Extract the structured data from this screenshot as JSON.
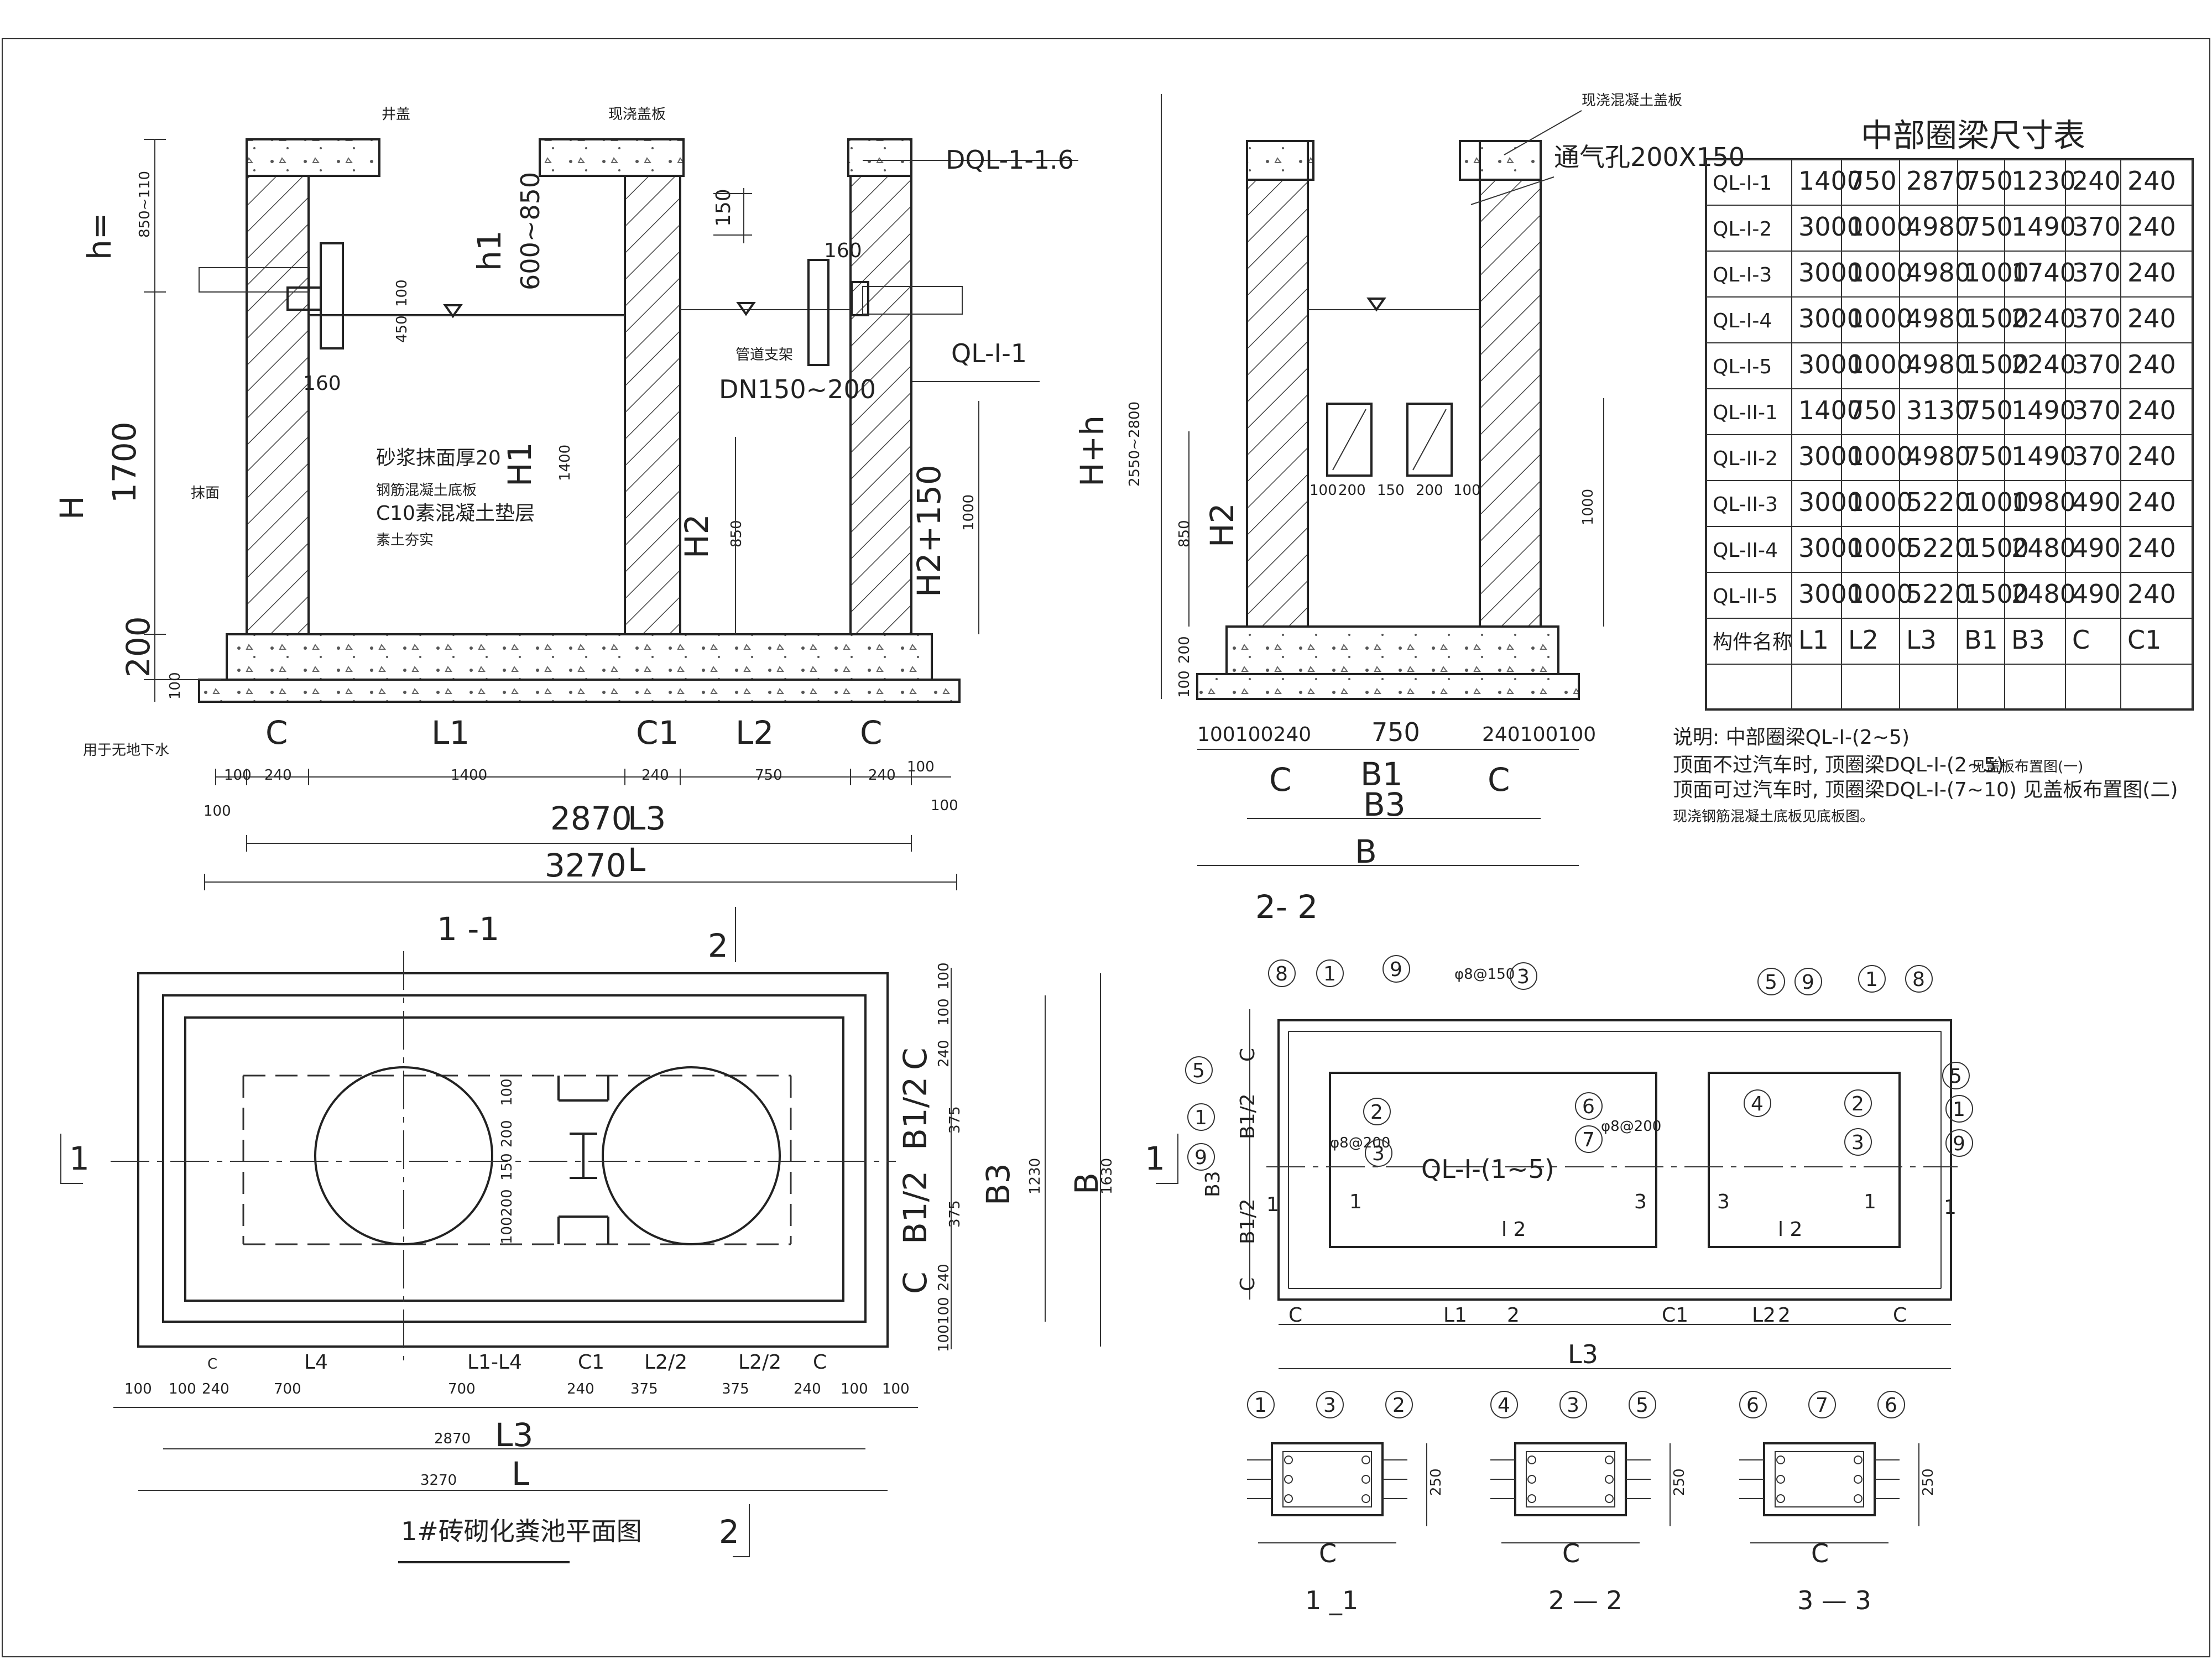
{
  "section_1_1": {
    "label_cover": "井盖",
    "label_slab": "现浇盖板",
    "tag_dql": "DQL-1-1.6",
    "tag_ql": "QL-I-1",
    "dim_150": "150",
    "dim_160a": "160",
    "dim_160b": "160",
    "dim_450": "450",
    "dim_100": "100",
    "dim_h1range": "600~850",
    "dim_h1": "h1",
    "dim_850_110": "850~110",
    "dim_h_eq": "h=",
    "dim_1700": "1700",
    "dim_H": "H",
    "dim_200": "200",
    "dim_100b": "100",
    "dim_H1": "H1",
    "dim_1400v": "1400",
    "dim_H2": "H2",
    "dim_850": "850",
    "dim_1000": "1000",
    "dim_H2_150": "H2+150",
    "pipe_support": "管道支架",
    "pipe_dn": "DN150~200",
    "note_mortar": "砂浆抹面厚20",
    "note_rc": "钢筋混凝土底板",
    "note_c10": "C10素混凝土垫层",
    "note_soil": "素土夯实",
    "note_plaster": "抹面",
    "note_groundwater": "用于无地下水",
    "seg_C": "C",
    "seg_L1": "L1",
    "seg_C1": "C1",
    "seg_L2": "L2",
    "seg_C2": "C",
    "d_100a": "100",
    "d_240a": "240",
    "d_1400": "1400",
    "d_240b": "240",
    "d_750": "750",
    "d_240c": "240",
    "d_100b": "100",
    "d_100c": "100",
    "d_100d": "100",
    "d_2870": "2870",
    "d_L3": "L3",
    "d_3270": "3270",
    "d_L": "L",
    "title": "1  -1",
    "cut_mark": "2"
  },
  "section_2_2": {
    "label_slab": "现浇混凝土盖板",
    "label_vent": "通气孔200X150",
    "dim_2550": "2550~2800",
    "dim_Hh": "H+h",
    "dim_850": "850",
    "dim_H2": "H2",
    "dim_1000": "1000",
    "dim_200": "200",
    "dim_100": "100",
    "open_100a": "100",
    "open_200a": "200",
    "open_150": "150",
    "open_200b": "200",
    "open_100b": "100",
    "b_row": "100100240",
    "b_750": "750",
    "b_row2": "240100100",
    "b_C": "C",
    "b_B1": "B1",
    "b_C2": "C",
    "b_B3": "B3",
    "b_B": "B",
    "title": "2-  2"
  },
  "table": {
    "title": "中部圈梁尺寸表",
    "rows": [
      [
        "QL-I-1",
        "1400",
        "750",
        "2870",
        "750",
        "1230",
        "240",
        "240"
      ],
      [
        "QL-I-2",
        "3000",
        "1000",
        "4980",
        "750",
        "1490",
        "370",
        "240"
      ],
      [
        "QL-I-3",
        "3000",
        "1000",
        "4980",
        "1000",
        "1740",
        "370",
        "240"
      ],
      [
        "QL-I-4",
        "3000",
        "1000",
        "4980",
        "1500",
        "2240",
        "370",
        "240"
      ],
      [
        "QL-I-5",
        "3000",
        "1000",
        "4980",
        "1500",
        "2240",
        "370",
        "240"
      ],
      [
        "QL-II-1",
        "1400",
        "750",
        "3130",
        "750",
        "1490",
        "370",
        "240"
      ],
      [
        "QL-II-2",
        "3000",
        "1000",
        "4980",
        "750",
        "1490",
        "370",
        "240"
      ],
      [
        "QL-II-3",
        "3000",
        "1000",
        "5220",
        "1000",
        "1980",
        "490",
        "240"
      ],
      [
        "QL-II-4",
        "3000",
        "1000",
        "5220",
        "1500",
        "2480",
        "490",
        "240"
      ],
      [
        "QL-II-5",
        "3000",
        "1000",
        "5220",
        "1500",
        "2480",
        "490",
        "240"
      ]
    ],
    "header_row": [
      "构件名称",
      "L1",
      "L2",
      "L3",
      "B1",
      "B3",
      "C",
      "C1"
    ]
  },
  "notes": {
    "line1": "说明: 中部圈梁QL-I-(2~5)",
    "line2": "顶面不过汽车时, 顶圈梁DQL-I-(2~5)",
    "line2b": "见盖板布置图(一)",
    "line3": "顶面可过汽车时, 顶圈梁DQL-I-(7~10) 见盖板布置图(二)",
    "line4": "现浇钢筋混凝土底板见底板图。"
  },
  "plan": {
    "title": "1#砖砌化粪池平面图",
    "cut_left": "1",
    "cut_right": "1",
    "cut_bottom": "2",
    "v_100": "100",
    "v_200a": "200",
    "v_150": "150",
    "v_200b": "200",
    "v_100b": "100",
    "r_100a": "100",
    "r_100b": "100",
    "r_C": "C",
    "r_240a": "240",
    "r_B1a": "B1/2",
    "r_375a": "375",
    "r_B1b": "B1/2",
    "r_375b": "375",
    "r_C2": "C",
    "r_240b": "240",
    "r_100c": "100",
    "r_100d": "100",
    "r_B3": "B3",
    "r_1230": "1230",
    "r_B": "B",
    "r_1630": "1630",
    "h_C": "C",
    "h_L4": "L4",
    "h_L1L4": "L1-L4",
    "h_C1": "C1",
    "h_L2a": "L2/2",
    "h_L2b": "L2/2",
    "h_C2": "C",
    "h_100a": "100",
    "h_100b": "100",
    "h_240a": "240",
    "h_700a": "700",
    "h_700b": "700",
    "h_240b": "240",
    "h_375a": "375",
    "h_375b": "375",
    "h_240c": "240",
    "h_100c": "100",
    "h_100d": "100",
    "h_2870": "2870",
    "h_L3": "L3",
    "h_3270": "3270",
    "h_L": "L"
  },
  "ring_plan": {
    "label": "QL-I-(1~5)",
    "phi150": "φ8@150",
    "phi200a": "φ8@200",
    "phi200b": "φ8@200",
    "cut1a": "1",
    "cut1b": "1",
    "mk_1": "1",
    "mk_2": "2",
    "mk_3": "3",
    "mk_4": "4",
    "mk_5": "5",
    "mk_6": "6",
    "mk_7": "7",
    "mk_8": "8",
    "mk_9": "9",
    "sec_1a": "1",
    "sec_2a": "2",
    "sec_3a": "3",
    "sec_3b": "3",
    "sec_1b": "1",
    "l2a": "l 2",
    "l2b": "l 2",
    "d_C": "C",
    "d_L1": "L1",
    "d_2": "2",
    "d_C1": "C1",
    "d_L2": "L2",
    "d_2b": "2",
    "d_C2": "C",
    "d_L3": "L3",
    "v_C": "C",
    "v_B1a": "B1/2",
    "v_B1b": "B1/2",
    "v_C2": "C",
    "v_B3": "B3"
  },
  "beam_sections": [
    {
      "title": "1 _1",
      "marks": [
        "1",
        "3",
        "2"
      ],
      "width": "C",
      "height": "250"
    },
    {
      "title": "2 — 2",
      "marks": [
        "4",
        "3",
        "5"
      ],
      "width": "C",
      "height": "250"
    },
    {
      "title": "3 — 3",
      "marks": [
        "6",
        "7",
        "6"
      ],
      "width": "C",
      "height": "250"
    }
  ]
}
